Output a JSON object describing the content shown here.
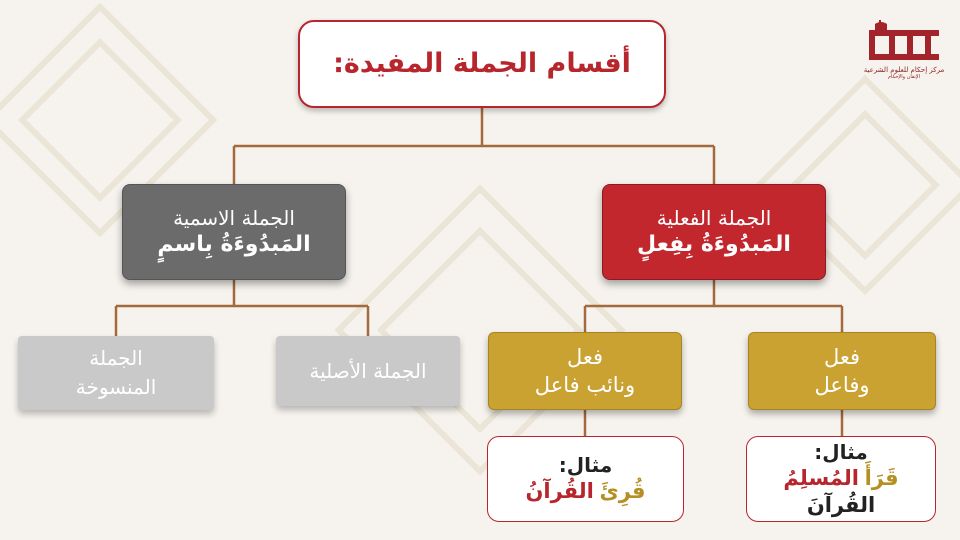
{
  "title": "أقسام الجملة المفيدة:",
  "verbal": {
    "line1": "الجملة الفعلية",
    "line2": "المَبدُوءَةُ بِفِعلٍ"
  },
  "nominal": {
    "line1": "الجملة الاسمية",
    "line2": "المَبدُوءَةُ بِاسمٍ"
  },
  "verbal_children": [
    {
      "line1": "فعل",
      "line2": "ونائب فاعل"
    },
    {
      "line1": "فعل",
      "line2": "وفاعل"
    }
  ],
  "nominal_children": [
    {
      "line1": "الجملة",
      "line2": "المنسوخة"
    },
    {
      "line1": "الجملة الأصلية"
    }
  ],
  "examples": [
    {
      "label": "مثال:",
      "verb": "قُرِئَ",
      "object": "القُرآنُ"
    },
    {
      "label": "مثال:",
      "verb": "قَرَأَ",
      "subject": "المُسلِمُ",
      "object": "القُرآنَ"
    }
  ],
  "logo": {
    "name": "إحكام",
    "subtitle": "مركز إحكام للعلوم الشرعية",
    "tagline": "الإتقان والإحكام"
  },
  "colors": {
    "red": "#c1272d",
    "gray": "#6b6b6b",
    "gold": "#c9a232",
    "light_gray": "#c9c9c9",
    "connector": "#a46a3c"
  }
}
